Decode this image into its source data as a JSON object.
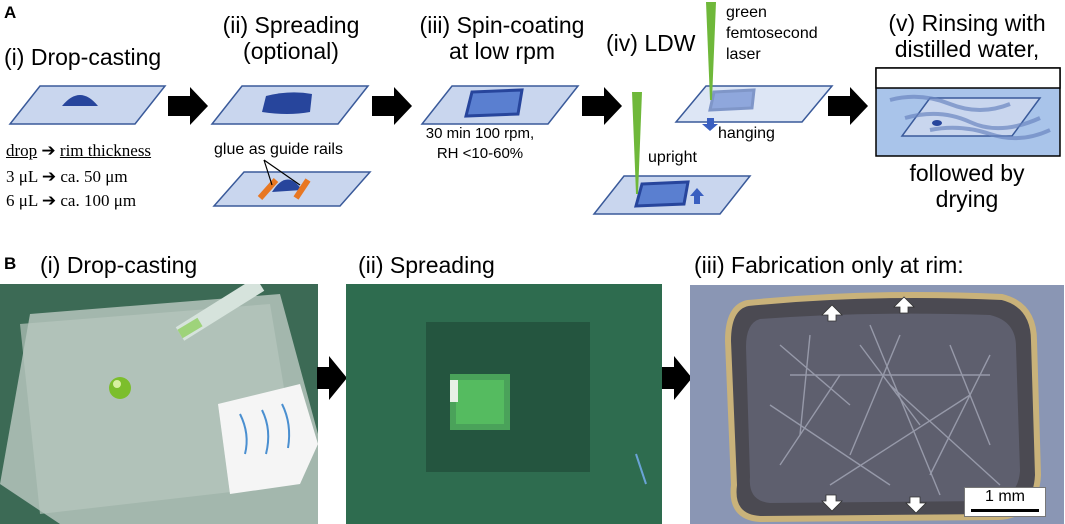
{
  "panel_a": {
    "letter": "A",
    "steps": [
      {
        "numeral": "(i)",
        "lines": [
          "Drop-casting"
        ]
      },
      {
        "numeral": "(ii)",
        "lines": [
          "Spreading",
          "(optional)"
        ]
      },
      {
        "numeral": "(iii)",
        "lines": [
          "Spin-coating",
          "at low rpm"
        ]
      },
      {
        "numeral": "(iv)",
        "lines": [
          "LDW"
        ]
      },
      {
        "numeral": "(v)",
        "lines": [
          "Rinsing with",
          "distilled water,",
          "followed by",
          "drying"
        ]
      }
    ],
    "drop_table": {
      "header_left": "drop",
      "header_right": "rim thickness",
      "rows": [
        {
          "drop": "3 μL",
          "rim": "ca. 50 μm"
        },
        {
          "drop": "6 μL",
          "rim": "ca. 100 μm"
        }
      ]
    },
    "glue_label": "glue as guide rails",
    "spin_conditions": [
      "30 min 100 rpm,",
      "RH <10-60%"
    ],
    "laser_label": [
      "green",
      "femtosecond",
      "laser"
    ],
    "hanging_label": "hanging",
    "upright_label": "upright"
  },
  "panel_b": {
    "letter": "B",
    "photos": [
      {
        "title": "(i) Drop-casting"
      },
      {
        "title": "(ii) Spreading"
      },
      {
        "title": "(iii) Fabrication only at rim:"
      }
    ],
    "scale_bar": "1 mm"
  },
  "colors": {
    "glass": "#c9d6ee",
    "glass_edge": "#3a5a9a",
    "drop": "#27459c",
    "arrow": "#000000",
    "laser": "#6fb83a",
    "glue": "#e87722",
    "water": "#a9c4ea"
  }
}
